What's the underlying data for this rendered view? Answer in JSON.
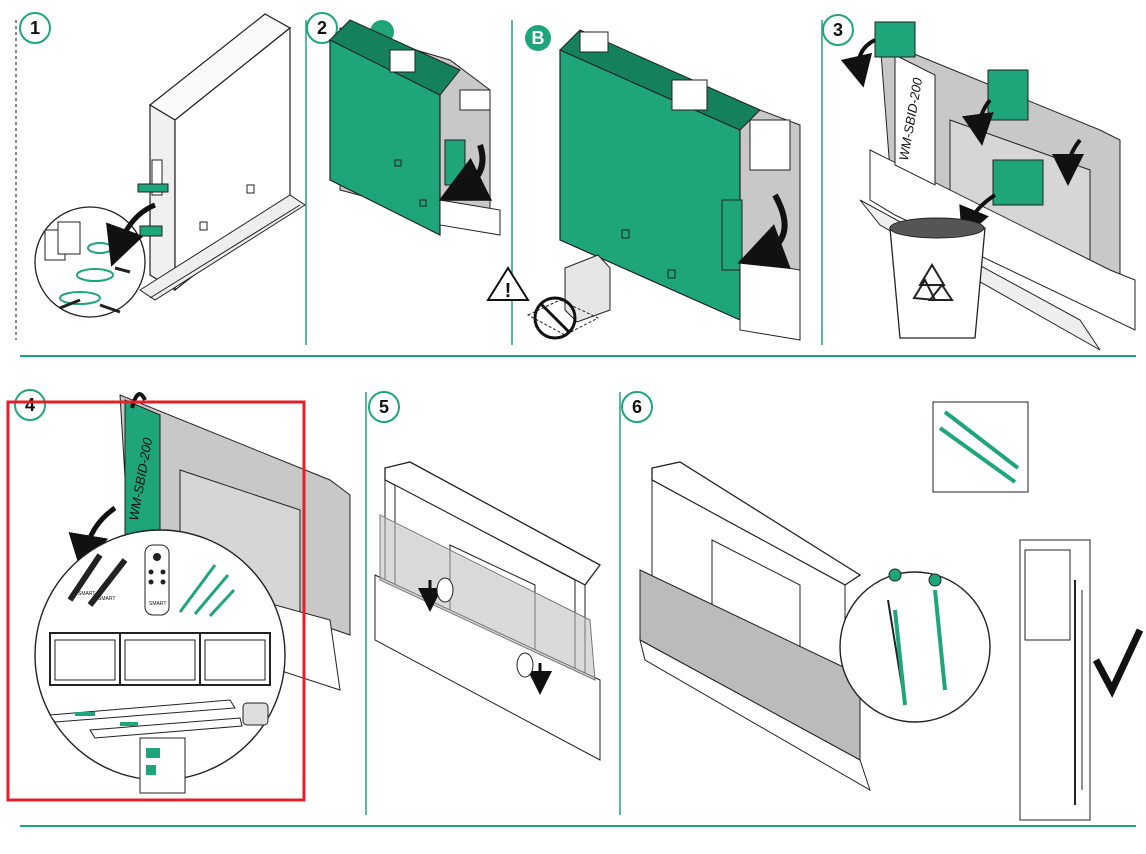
{
  "colors": {
    "accent": "#1ea67a",
    "accent_dark": "#14805c",
    "highlight": "#e0202a",
    "line": "#222222",
    "gray": "#b8b8b8",
    "gray_light": "#d6d6d6"
  },
  "panels": [
    {
      "step": "1"
    },
    {
      "step": "2"
    },
    {
      "step": "B"
    },
    {
      "step": "3"
    },
    {
      "step": "4"
    },
    {
      "step": "5"
    },
    {
      "step": "6"
    }
  ],
  "labels": {
    "model_a": "WM-SBID-200",
    "model_b": "WM-SBID-200",
    "brand_a": "SMART",
    "brand_b": "SMART",
    "brand_c": "SMART"
  },
  "icons": [
    "warning-icon",
    "recycle-icon",
    "checkmark-icon",
    "curved-arrow-icon"
  ]
}
